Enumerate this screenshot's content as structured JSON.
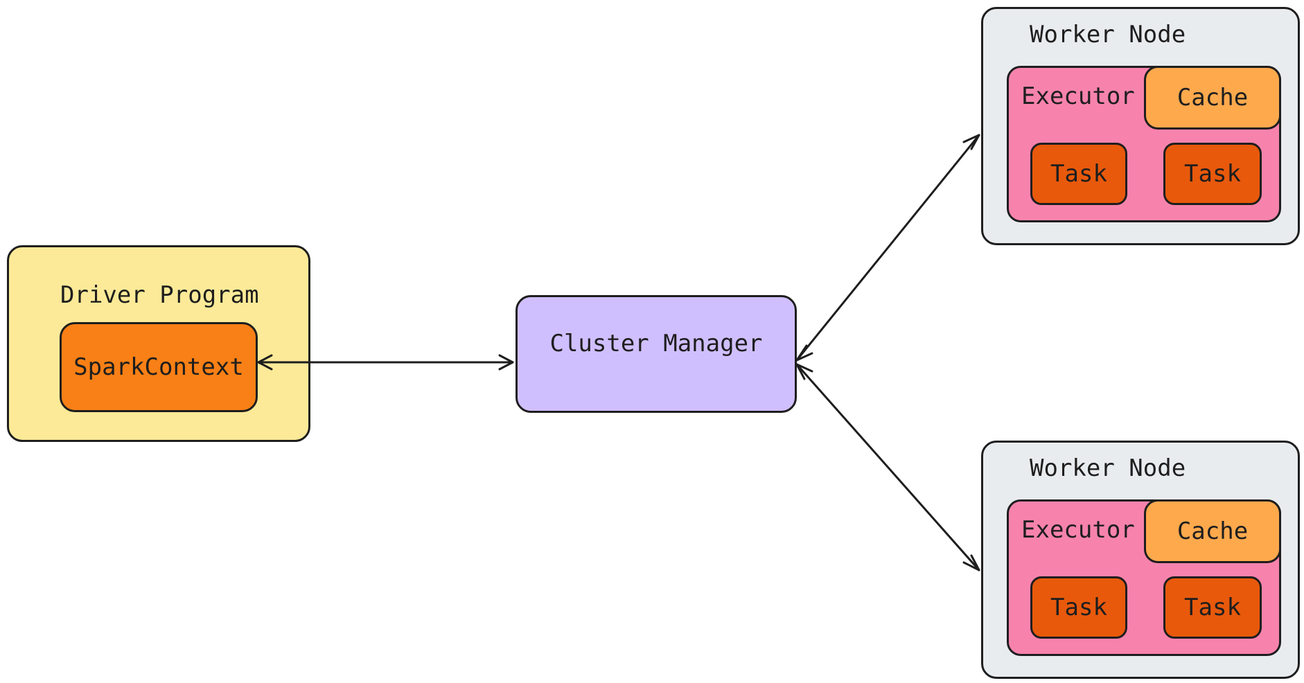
{
  "colors": {
    "stroke": "#1e1e1e",
    "driver_fill": "#fdea98",
    "sparkcontext_fill": "#f98016",
    "cluster_fill": "#d0bfff",
    "worker_fill": "#e9ecef",
    "executor_fill": "#f783ac",
    "cache_fill": "#ffa94d",
    "task_fill": "#e8590c"
  },
  "driver": {
    "title": "Driver Program",
    "context": "SparkContext"
  },
  "cluster_manager": {
    "label": "Cluster Manager"
  },
  "workers": [
    {
      "title": "Worker Node",
      "executor": "Executor",
      "cache": "Cache",
      "tasks": [
        "Task",
        "Task"
      ]
    },
    {
      "title": "Worker Node",
      "executor": "Executor",
      "cache": "Cache",
      "tasks": [
        "Task",
        "Task"
      ]
    }
  ],
  "connections": [
    {
      "from": "SparkContext",
      "to": "Cluster Manager",
      "style": "bidirectional"
    },
    {
      "from": "Cluster Manager",
      "to": "Worker Node",
      "style": "bidirectional"
    },
    {
      "from": "Cluster Manager",
      "to": "Worker Node",
      "style": "bidirectional"
    }
  ]
}
